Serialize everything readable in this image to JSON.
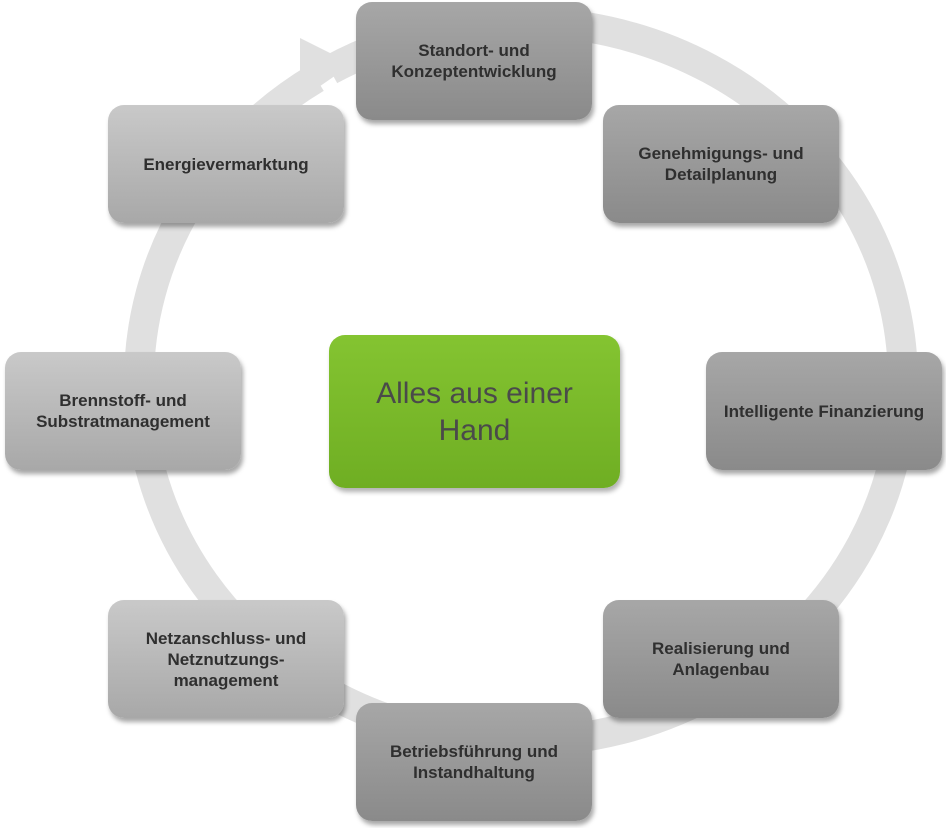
{
  "center": {
    "label": "Alles aus einer Hand"
  },
  "steps": [
    {
      "label": "Standort- und Konzeptentwicklung"
    },
    {
      "label": "Genehmigungs- und Detailplanung"
    },
    {
      "label": "Intelligente Finanzierung"
    },
    {
      "label": "Realisierung und Anlagenbau"
    },
    {
      "label": "Betriebsführung und Instandhaltung"
    },
    {
      "label": "Netzanschluss- und Netznutzungs-management"
    },
    {
      "label": "Brennstoff- und Substratmanagement"
    },
    {
      "label": "Energievermarktung"
    }
  ],
  "colors": {
    "ring": "#e0e0e0",
    "center_fill": "#77b52a",
    "node_dark": "#959595",
    "node_light": "#b8b8b8",
    "text": "#2f2f2f"
  }
}
